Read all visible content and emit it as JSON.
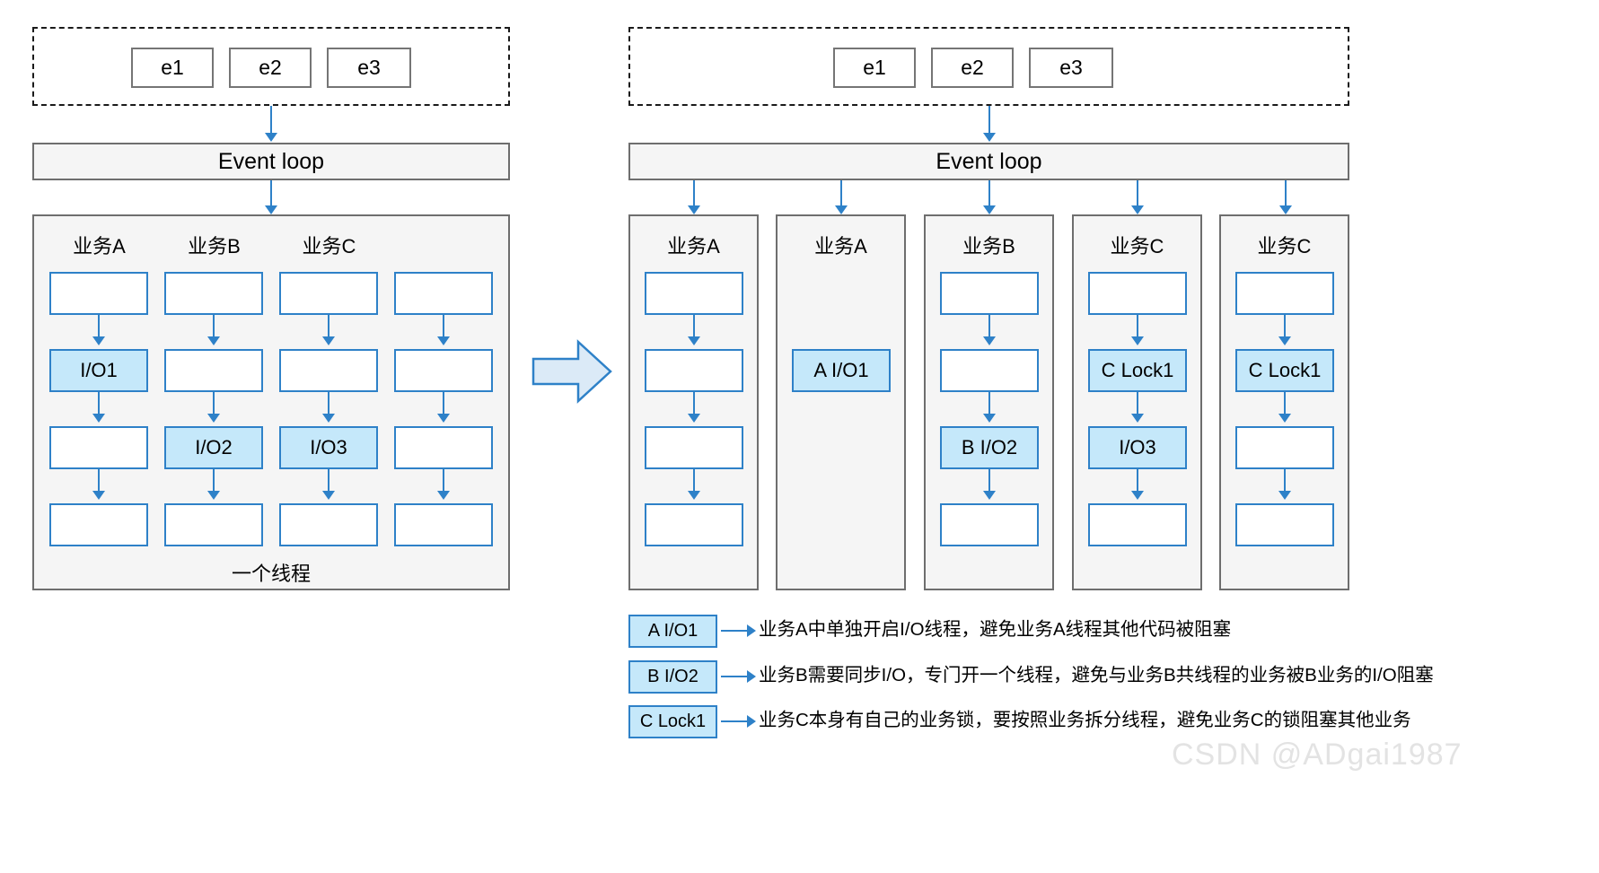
{
  "diagram": {
    "left": {
      "events": [
        "e1",
        "e2",
        "e3"
      ],
      "event_loop_label": "Event loop",
      "thread_note": "一个线程",
      "column_titles": [
        "业务A",
        "业务B",
        "业务C"
      ],
      "columns": [
        {
          "steps": [
            {
              "label": "",
              "highlight": false
            },
            {
              "label": "I/O1",
              "highlight": true
            },
            {
              "label": "",
              "highlight": false
            },
            {
              "label": "",
              "highlight": false
            }
          ]
        },
        {
          "steps": [
            {
              "label": "",
              "highlight": false
            },
            {
              "label": "",
              "highlight": false
            },
            {
              "label": "I/O2",
              "highlight": true
            },
            {
              "label": "",
              "highlight": false
            }
          ]
        },
        {
          "steps": [
            {
              "label": "",
              "highlight": false
            },
            {
              "label": "",
              "highlight": false
            },
            {
              "label": "I/O3",
              "highlight": true
            },
            {
              "label": "",
              "highlight": false
            }
          ]
        },
        {
          "steps": [
            {
              "label": "",
              "highlight": false
            },
            {
              "label": "",
              "highlight": false
            },
            {
              "label": "",
              "highlight": false
            },
            {
              "label": "",
              "highlight": false
            }
          ]
        }
      ]
    },
    "transform_icon": "right-arrow-icon",
    "right": {
      "events": [
        "e1",
        "e2",
        "e3"
      ],
      "event_loop_label": "Event loop",
      "threads": [
        {
          "title": "业务A",
          "steps": [
            {
              "label": "",
              "highlight": false
            },
            {
              "label": "",
              "highlight": false
            },
            {
              "label": "",
              "highlight": false
            },
            {
              "label": "",
              "highlight": false
            }
          ]
        },
        {
          "title": "业务A",
          "steps": [
            {
              "label": "A I/O1",
              "highlight": true
            }
          ]
        },
        {
          "title": "业务B",
          "steps": [
            {
              "label": "",
              "highlight": false
            },
            {
              "label": "",
              "highlight": false
            },
            {
              "label": "B I/O2",
              "highlight": true
            },
            {
              "label": "",
              "highlight": false
            }
          ]
        },
        {
          "title": "业务C",
          "steps": [
            {
              "label": "",
              "highlight": false
            },
            {
              "label": "C Lock1",
              "highlight": true
            },
            {
              "label": "I/O3",
              "highlight": true
            },
            {
              "label": "",
              "highlight": false
            }
          ]
        },
        {
          "title": "业务C",
          "steps": [
            {
              "label": "",
              "highlight": false
            },
            {
              "label": "C Lock1",
              "highlight": true
            },
            {
              "label": "",
              "highlight": false
            },
            {
              "label": "",
              "highlight": false
            }
          ]
        }
      ]
    },
    "legend": [
      {
        "chip": "A I/O1",
        "text": "业务A中单独开启I/O线程，避免业务A线程其他代码被阻塞"
      },
      {
        "chip": "B I/O2",
        "text": "业务B需要同步I/O，专门开一个线程，避免与业务B共线程的业务被B业务的I/O阻塞"
      },
      {
        "chip": "C Lock1",
        "text": "业务C本身有自己的业务锁，要按照业务拆分线程，避免业务C的锁阻塞其他业务"
      }
    ],
    "watermark": "CSDN @ADgai1987",
    "colors": {
      "accent_blue": "#2e81c8",
      "highlight_fill": "#c5e8fa",
      "panel_fill": "#f5f5f5",
      "panel_border": "#6e6e6e",
      "event_border": "#757575"
    }
  }
}
